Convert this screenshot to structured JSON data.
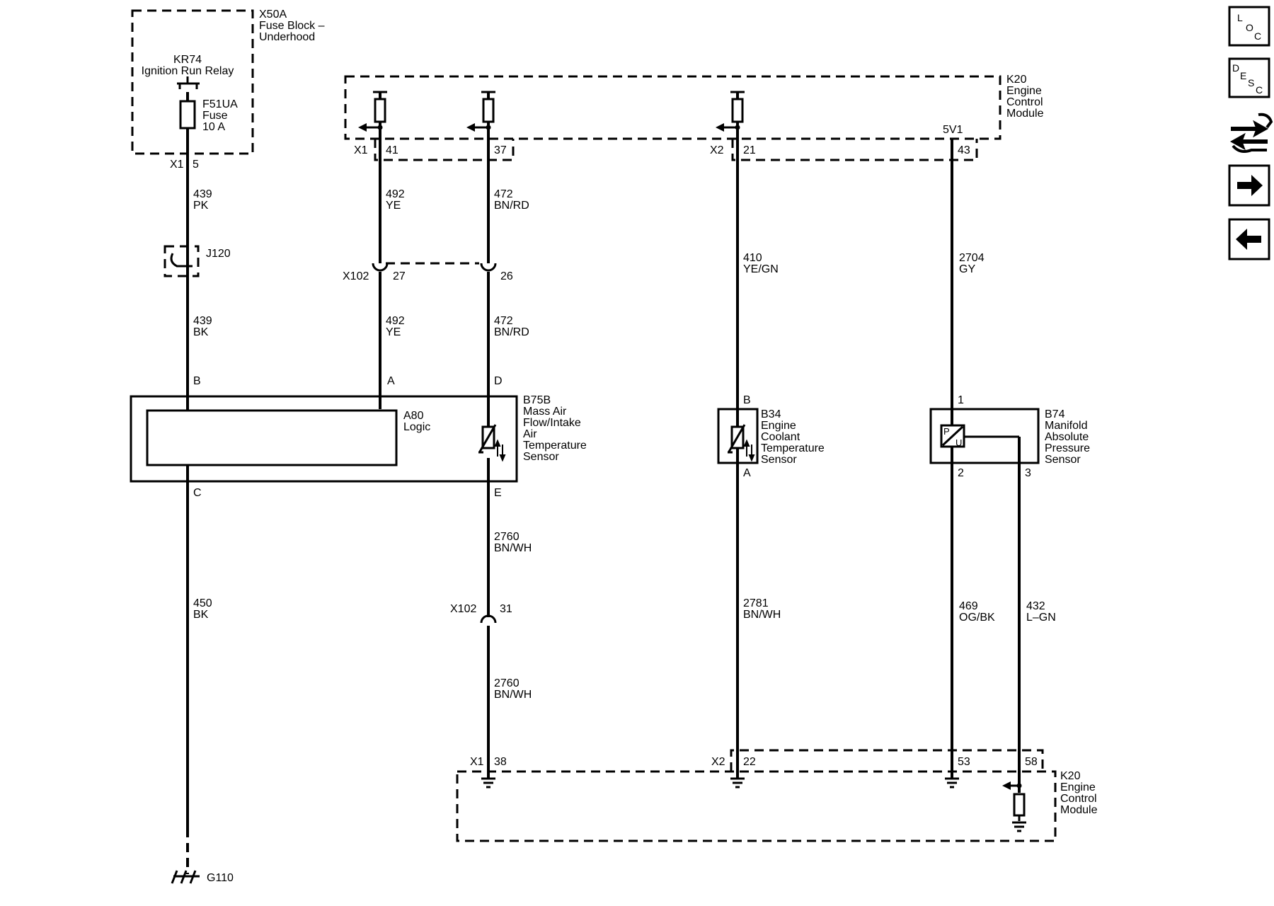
{
  "x50a": {
    "id": "X50A",
    "name1": "Fuse Block –",
    "name2": "Underhood"
  },
  "relay": {
    "id": "KR74",
    "name": "Ignition Run Relay"
  },
  "fuse": {
    "id": "F51UA",
    "name": "Fuse",
    "rating": "10 A"
  },
  "k20_top": {
    "id": "K20",
    "l1": "Engine",
    "l2": "Control",
    "l3": "Module",
    "v5": "5V1"
  },
  "k20_bot": {
    "id": "K20",
    "l1": "Engine",
    "l2": "Control",
    "l3": "Module"
  },
  "pins": {
    "x1": "X1",
    "x2": "X2",
    "x102": "X102",
    "p5": "5",
    "p41": "41",
    "p37": "37",
    "p21": "21",
    "p43": "43",
    "p27": "27",
    "p26": "26",
    "p31": "31",
    "p38": "38",
    "p22": "22",
    "p53": "53",
    "p58": "58",
    "b": "B",
    "a": "A",
    "d": "D",
    "c": "C",
    "e": "E",
    "one": "1",
    "two": "2",
    "three": "3"
  },
  "wires": {
    "w439a": {
      "num": "439",
      "color": "PK"
    },
    "w439b": {
      "num": "439",
      "color": "BK"
    },
    "w450": {
      "num": "450",
      "color": "BK"
    },
    "w492a": {
      "num": "492",
      "color": "YE"
    },
    "w492b": {
      "num": "492",
      "color": "YE"
    },
    "w472a": {
      "num": "472",
      "color": "BN/RD"
    },
    "w472b": {
      "num": "472",
      "color": "BN/RD"
    },
    "w2760a": {
      "num": "2760",
      "color": "BN/WH"
    },
    "w2760b": {
      "num": "2760",
      "color": "BN/WH"
    },
    "w410": {
      "num": "410",
      "color": "YE/GN"
    },
    "w2781": {
      "num": "2781",
      "color": "BN/WH"
    },
    "w2704": {
      "num": "2704",
      "color": "GY"
    },
    "w469": {
      "num": "469",
      "color": "OG/BK"
    },
    "w432": {
      "num": "432",
      "color": "L–GN"
    }
  },
  "splice": {
    "id": "J120"
  },
  "ground": {
    "id": "G110"
  },
  "b75b": {
    "id": "B75B",
    "l1": "Mass Air",
    "l2": "Flow/Intake",
    "l3": "Air",
    "l4": "Temperature",
    "l5": "Sensor"
  },
  "a80": {
    "id": "A80",
    "name": "Logic"
  },
  "b34": {
    "id": "B34",
    "l1": "Engine",
    "l2": "Coolant",
    "l3": "Temperature",
    "l4": "Sensor"
  },
  "b74": {
    "id": "B74",
    "l1": "Manifold",
    "l2": "Absolute",
    "l3": "Pressure",
    "l4": "Sensor"
  },
  "map_symbol": {
    "p": "P",
    "u": "U"
  },
  "nav": {
    "loc": {
      "l": "L",
      "o": "O",
      "c": "C"
    },
    "desc": {
      "d": "D",
      "e": "E",
      "s": "S",
      "c": "C"
    },
    "icons": [
      "tools-icon",
      "arrow-right-icon",
      "arrow-left-icon"
    ]
  }
}
